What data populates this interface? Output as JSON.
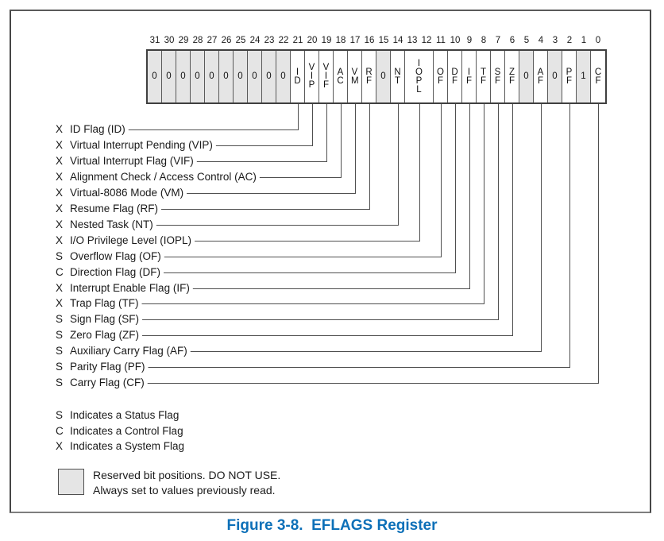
{
  "figure": {
    "caption": "Figure 3-8.  EFLAGS Register"
  },
  "colors": {
    "caption_blue": "#0d70b8",
    "shaded_cell": "#e5e5e5"
  },
  "register": {
    "bit_numbers": [
      "31",
      "30",
      "29",
      "28",
      "27",
      "26",
      "25",
      "24",
      "23",
      "22",
      "21",
      "20",
      "19",
      "18",
      "17",
      "16",
      "15",
      "14",
      "13",
      "12",
      "11",
      "10",
      "9",
      "8",
      "7",
      "6",
      "5",
      "4",
      "3",
      "2",
      "1",
      "0"
    ],
    "cells": [
      {
        "label": "0",
        "bits": 1,
        "shaded": true
      },
      {
        "label": "0",
        "bits": 1,
        "shaded": true
      },
      {
        "label": "0",
        "bits": 1,
        "shaded": true
      },
      {
        "label": "0",
        "bits": 1,
        "shaded": true
      },
      {
        "label": "0",
        "bits": 1,
        "shaded": true
      },
      {
        "label": "0",
        "bits": 1,
        "shaded": true
      },
      {
        "label": "0",
        "bits": 1,
        "shaded": true
      },
      {
        "label": "0",
        "bits": 1,
        "shaded": true
      },
      {
        "label": "0",
        "bits": 1,
        "shaded": true
      },
      {
        "label": "0",
        "bits": 1,
        "shaded": true
      },
      {
        "label": "ID",
        "bits": 1,
        "shaded": false
      },
      {
        "label": "VIP",
        "bits": 1,
        "shaded": false
      },
      {
        "label": "VIF",
        "bits": 1,
        "shaded": false
      },
      {
        "label": "AC",
        "bits": 1,
        "shaded": false
      },
      {
        "label": "VM",
        "bits": 1,
        "shaded": false
      },
      {
        "label": "RF",
        "bits": 1,
        "shaded": false
      },
      {
        "label": "0",
        "bits": 1,
        "shaded": true
      },
      {
        "label": "NT",
        "bits": 1,
        "shaded": false
      },
      {
        "label": "IOPL",
        "bits": 2,
        "shaded": false
      },
      {
        "label": "OF",
        "bits": 1,
        "shaded": false
      },
      {
        "label": "DF",
        "bits": 1,
        "shaded": false
      },
      {
        "label": "IF",
        "bits": 1,
        "shaded": false
      },
      {
        "label": "TF",
        "bits": 1,
        "shaded": false
      },
      {
        "label": "SF",
        "bits": 1,
        "shaded": false
      },
      {
        "label": "ZF",
        "bits": 1,
        "shaded": false
      },
      {
        "label": "0",
        "bits": 1,
        "shaded": true
      },
      {
        "label": "AF",
        "bits": 1,
        "shaded": false
      },
      {
        "label": "0",
        "bits": 1,
        "shaded": true
      },
      {
        "label": "PF",
        "bits": 1,
        "shaded": false
      },
      {
        "label": "1",
        "bits": 1,
        "shaded": true
      },
      {
        "label": "CF",
        "bits": 1,
        "shaded": false
      }
    ]
  },
  "flags": [
    {
      "prefix": "X",
      "label": "ID Flag (ID)",
      "bit": 21
    },
    {
      "prefix": "X",
      "label": "Virtual Interrupt Pending (VIP)",
      "bit": 20
    },
    {
      "prefix": "X",
      "label": "Virtual Interrupt Flag (VIF)",
      "bit": 19
    },
    {
      "prefix": "X",
      "label": "Alignment Check / Access Control (AC)",
      "bit": 18
    },
    {
      "prefix": "X",
      "label": "Virtual-8086 Mode (VM)",
      "bit": 17
    },
    {
      "prefix": "X",
      "label": "Resume Flag (RF)",
      "bit": 16
    },
    {
      "prefix": "X",
      "label": "Nested Task (NT)",
      "bit": 14
    },
    {
      "prefix": "X",
      "label": "I/O Privilege Level (IOPL)",
      "bit": 12.5
    },
    {
      "prefix": "S",
      "label": "Overflow Flag (OF)",
      "bit": 11
    },
    {
      "prefix": "C",
      "label": "Direction Flag (DF)",
      "bit": 10
    },
    {
      "prefix": "X",
      "label": "Interrupt Enable Flag (IF)",
      "bit": 9
    },
    {
      "prefix": "X",
      "label": "Trap Flag (TF)",
      "bit": 8
    },
    {
      "prefix": "S",
      "label": "Sign Flag (SF)",
      "bit": 7
    },
    {
      "prefix": "S",
      "label": "Zero Flag (ZF)",
      "bit": 6
    },
    {
      "prefix": "S",
      "label": "Auxiliary Carry Flag (AF)",
      "bit": 4
    },
    {
      "prefix": "S",
      "label": "Parity Flag (PF)",
      "bit": 2
    },
    {
      "prefix": "S",
      "label": "Carry Flag (CF)",
      "bit": 0
    }
  ],
  "legend": [
    {
      "prefix": "S",
      "label": "Indicates a Status Flag"
    },
    {
      "prefix": "C",
      "label": "Indicates a Control Flag"
    },
    {
      "prefix": "X",
      "label": "Indicates a System Flag"
    }
  ],
  "reserved_note": {
    "line1": "Reserved bit positions. DO NOT USE.",
    "line2": "Always set to values previously read."
  }
}
